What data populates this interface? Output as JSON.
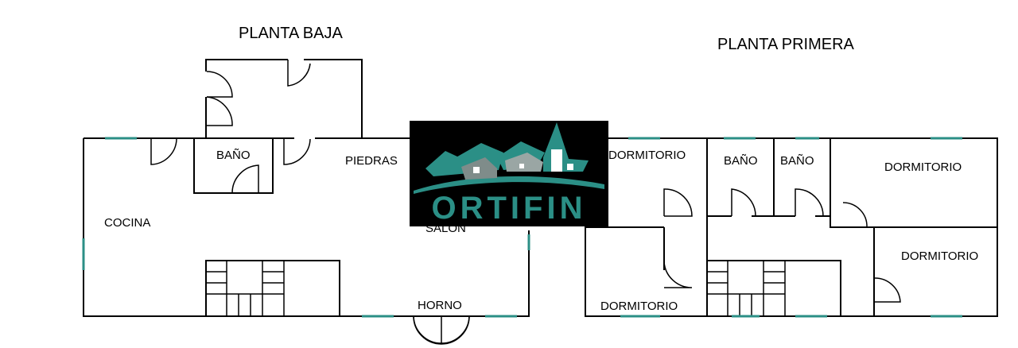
{
  "floors": {
    "ground": {
      "title": "PLANTA BAJA",
      "rooms": {
        "bano": "BAÑO",
        "piedras": "PIEDRAS",
        "cocina": "COCINA",
        "salon": "SALON",
        "horno": "HORNO"
      }
    },
    "first": {
      "title": "PLANTA PRIMERA",
      "rooms": {
        "dormitorio_1": "DORMITORIO",
        "bano_1": "BAÑO",
        "bano_2": "BAÑO",
        "dormitorio_2": "DORMITORIO",
        "dormitorio_3": "DORMITORIO",
        "dormitorio_4": "DORMITORIO"
      }
    }
  },
  "logo": {
    "text": "ORTIFIN"
  },
  "colors": {
    "wall": "#000000",
    "window": "#2b8f86",
    "logo_accent": "#2b8f86"
  }
}
